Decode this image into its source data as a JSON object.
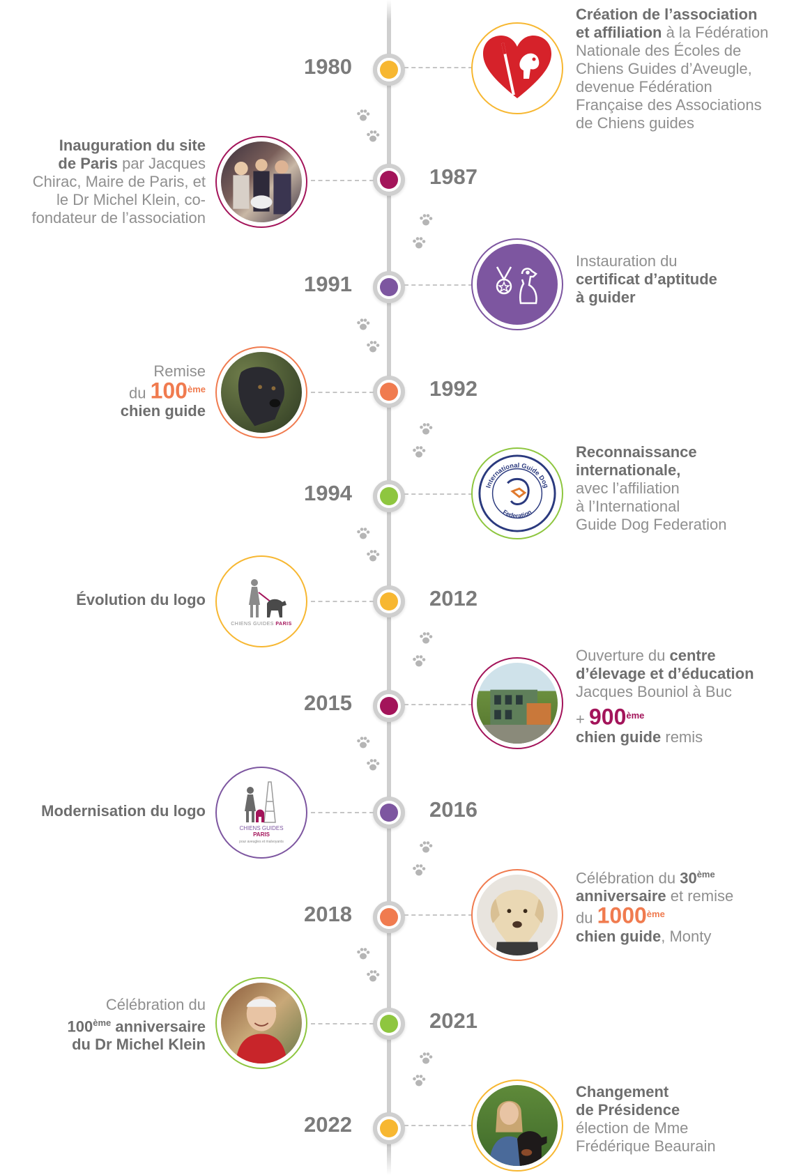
{
  "colors": {
    "yellow": "#f7b731",
    "magenta": "#a3145a",
    "purple": "#7d56a0",
    "orange": "#f07b4f",
    "green": "#8ec63f",
    "spine": "#cfcfcf"
  },
  "events": [
    {
      "year": "1980",
      "side": "right",
      "color": "yellow",
      "icon": "heart-guide-dog-logo",
      "parts": {
        "b1": "Création de l’association",
        "b2": "et affiliation",
        "t1": " à la Fédération",
        "t2": "Nationale des Écoles de",
        "t3": "Chiens Guides d’Aveugle,",
        "t4": "devenue Fédération",
        "t5": "Française des Associations",
        "t6": "de Chiens guides"
      }
    },
    {
      "year": "1987",
      "side": "left",
      "color": "magenta",
      "icon": "inauguration-photo",
      "parts": {
        "b1": "Inauguration du site",
        "b2": "de Paris",
        "t1": " par Jacques",
        "t2": "Chirac, Maire de Paris, et",
        "t3": "le Dr Michel Klein, co-",
        "t4": "fondateur de l’association"
      }
    },
    {
      "year": "1991",
      "side": "right",
      "color": "purple",
      "icon": "medal-dog-icon",
      "parts": {
        "t1": "Instauration du",
        "b1": "certificat d’aptitude",
        "b2": "à guider"
      }
    },
    {
      "year": "1992",
      "side": "left",
      "color": "orange",
      "icon": "black-dog-photo",
      "parts": {
        "t1": "Remise",
        "t2": "du ",
        "n1": "100",
        "s1": "ème",
        "b1": "chien guide"
      }
    },
    {
      "year": "1994",
      "side": "right",
      "color": "green",
      "icon": "igdf-logo",
      "parts": {
        "b1": "Reconnaissance",
        "b2": "internationale,",
        "t1": "avec l’affiliation",
        "t2": "à l’International",
        "t3": "Guide Dog Federation"
      },
      "logo_text": {
        "top": "International Guide Dog",
        "bottom": "Federation"
      }
    },
    {
      "year": "2012",
      "side": "left",
      "color": "yellow",
      "icon": "old-logo",
      "parts": {
        "b1": "Évolution du logo"
      },
      "logo_text": {
        "a": "CHIENS GUIDES",
        "b": "PARIS"
      }
    },
    {
      "year": "2015",
      "side": "right",
      "color": "magenta",
      "icon": "building-photo",
      "parts": {
        "t1": "Ouverture du ",
        "b1": "centre",
        "b2": "d’élevage et d’éducation",
        "t2": "Jacques Bouniol à Buc",
        "p1": "+ ",
        "n1": "900",
        "s1": "ème",
        "b3": "chien guide",
        "t3": " remis"
      }
    },
    {
      "year": "2016",
      "side": "left",
      "color": "purple",
      "icon": "new-logo",
      "parts": {
        "b1": "Modernisation du logo"
      },
      "logo_text": {
        "a": "CHIENS GUIDES",
        "b": "PARIS",
        "c": "pour aveugles et malvoyants"
      }
    },
    {
      "year": "2018",
      "side": "right",
      "color": "orange",
      "icon": "labrador-photo",
      "parts": {
        "t1": "Célébration du ",
        "n0": "30",
        "s0": "ème",
        "b1": "anniversaire",
        "t2": " et remise",
        "t3": "du ",
        "n1": "1000",
        "s1": "ème",
        "b2": "chien guide",
        "t4": ", Monty"
      }
    },
    {
      "year": "2021",
      "side": "left",
      "color": "green",
      "icon": "michel-klein-photo",
      "parts": {
        "t1": "Célébration du",
        "n0": "100",
        "s0": "ème",
        "b1": " anniversaire",
        "b2": "du Dr Michel Klein"
      }
    },
    {
      "year": "2022",
      "side": "right",
      "color": "yellow",
      "icon": "president-photo",
      "parts": {
        "b1": "Changement",
        "b2": "de Présidence",
        "t1": "élection de Mme",
        "t2": "Frédérique Beaurain"
      }
    }
  ]
}
